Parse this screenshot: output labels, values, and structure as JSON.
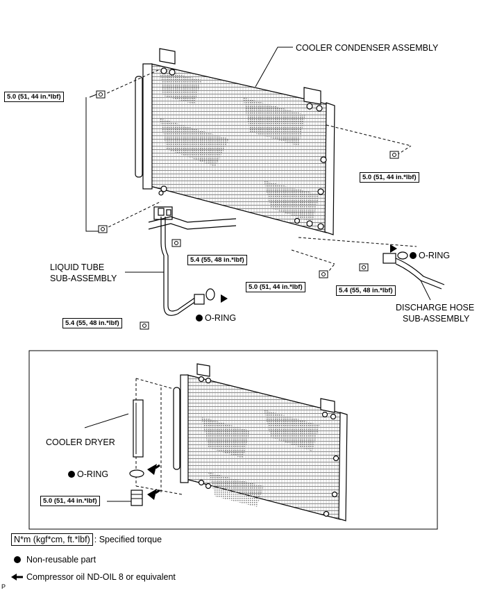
{
  "labels": {
    "cooler_condenser": "COOLER CONDENSER ASSEMBLY",
    "liquid_tube_1": "LIQUID TUBE",
    "liquid_tube_2": "SUB-ASSEMBLY",
    "discharge_hose_1": "DISCHARGE HOSE",
    "discharge_hose_2": "SUB-ASSEMBLY",
    "cooler_dryer": "COOLER DRYER",
    "o_ring": "O-RING"
  },
  "torques": {
    "t_5_0": "5.0 (51, 44 in.*lbf)",
    "t_5_4": "5.4 (55, 48 in.*lbf)"
  },
  "legend": {
    "torque_unit": "N*m (kgf*cm, ft.*lbf)",
    "torque_desc": ": Specified torque",
    "non_reusable": "Non-reusable part",
    "compressor_oil": "Compressor oil ND-OIL 8 or equivalent"
  },
  "corner_mark": "P",
  "colors": {
    "line": "#000000",
    "shade": "#8a8a8a",
    "background": "#ffffff"
  }
}
